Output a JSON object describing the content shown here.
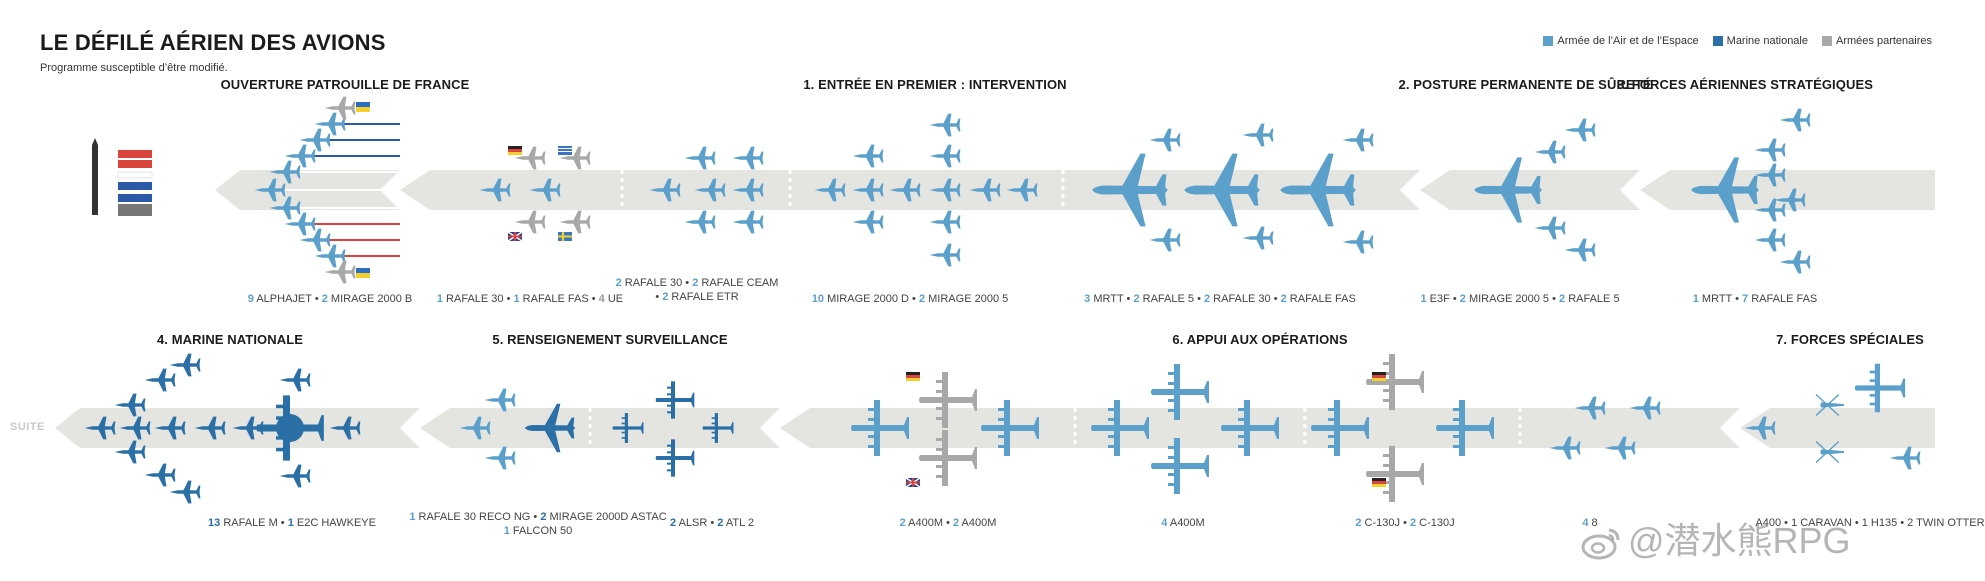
{
  "title": "LE DÉFILÉ AÉRIEN DES AVIONS",
  "subtitle": "Programme susceptible d’être modifié.",
  "legend": [
    {
      "label": "Armée de l’Air et de l’Espace",
      "color": "#5b9fcb"
    },
    {
      "label": "Marine nationale",
      "color": "#2a6fa6"
    },
    {
      "label": "Armées partenaires",
      "color": "#a8a8a8"
    }
  ],
  "colors": {
    "air": "#5b9fcb",
    "navy": "#2a6fa6",
    "partner": "#a8a8a8",
    "road": "#e4e4e0"
  },
  "sections": {
    "s0": "OUVERTURE PATROUILLE DE FRANCE",
    "s1": "1. ENTRÉE EN PREMIER : INTERVENTION",
    "s2": "2. POSTURE PERMANENTE DE SÛRETÉ",
    "s3": "3. FORCES AÉRIENNES STRATÉGIQUES",
    "s4": "4. MARINE NATIONALE",
    "s5": "5. RENSEIGNEMENT SURVEILLANCE",
    "s6": "6. APPUI AUX OPÉRATIONS",
    "s7": "7. FORCES SPÉCIALES"
  },
  "captions": {
    "c1": {
      "n1": "9",
      "t1": " ALPHAJET • ",
      "n2": "2",
      "t2": " MIRAGE 2000 B"
    },
    "c2": {
      "n1": "1",
      "t1": " RAFALE 30 • ",
      "n2": "1",
      "t2": " RAFALE FAS • ",
      "n3": "4",
      "t3": " UE"
    },
    "c3": {
      "n1": "2",
      "t1": " RAFALE 30 • ",
      "n2": "2",
      "t2": " RAFALE CEAM",
      "l2": "• ",
      "n3": "2",
      "t3": " RAFALE ETR"
    },
    "c4": {
      "n1": "10",
      "t1": " MIRAGE 2000 D • ",
      "n2": "2",
      "t2": " MIRAGE 2000 5"
    },
    "c5": {
      "n1": "3",
      "t1": " MRTT • ",
      "n2": "2",
      "t2": " RAFALE 5 • ",
      "n3": "2",
      "t3": " RAFALE 30 • ",
      "n4": "2",
      "t4": " RAFALE FAS"
    },
    "c6": {
      "n1": "1",
      "t1": " E3F • ",
      "n2": "2",
      "t2": " MIRAGE 2000 5 • ",
      "n3": "2",
      "t3": " RAFALE 5"
    },
    "c7": {
      "n1": "1",
      "t1": " MRTT • ",
      "n2": "7",
      "t2": " RAFALE FAS"
    },
    "c8": {
      "n1": "13",
      "t1": " RAFALE M • ",
      "n2": "1",
      "t2": " E2C HAWKEYE"
    },
    "c9": {
      "n1": "1",
      "t1": " RAFALE 30 RECO NG • ",
      "n2": "2",
      "t2": " MIRAGE 2000D ASTAC",
      "n3": "1",
      "t3": " FALCON 50"
    },
    "c10": {
      "n1": "2",
      "t1": " ALSR • ",
      "n2": "2",
      "t2": " ATL 2"
    },
    "c11": {
      "n1": "2",
      "t1": " A400M • ",
      "n2": "2",
      "t2": " A400M"
    },
    "c12": {
      "n1": "4",
      "t1": " A400M"
    },
    "c13": {
      "n1": "2",
      "t1": " C-130J • ",
      "n2": "2",
      "t2": " C-130J"
    },
    "c14": {
      "t1": "4",
      "t2": " 8"
    },
    "c15": {
      "t1": "A400",
      "t2": " • 1 CARAVAN • 1 H135 • 2 TWIN OTTER"
    }
  },
  "suite": "SUITE",
  "watermark": "@潜水熊RPG"
}
